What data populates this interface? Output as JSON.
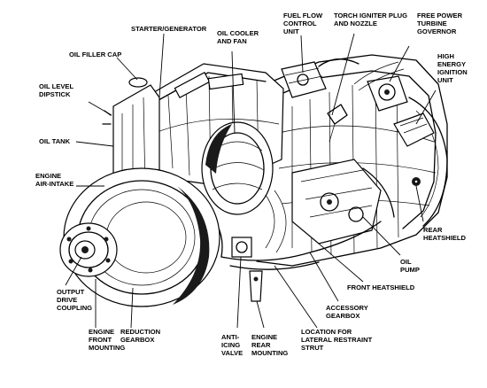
{
  "labels": {
    "starter_generator": "STARTER/GENERATOR",
    "oil_cooler_and_fan": [
      "OIL COOLER",
      "AND FAN"
    ],
    "fuel_flow_control_unit": [
      "FUEL FLOW",
      "CONTROL",
      "UNIT"
    ],
    "torch_igniter_plug_and_nozzle": [
      "TORCH IGNITER PLUG",
      "AND NOZZLE"
    ],
    "free_power_turbine_governor": [
      "FREE POWER",
      "TURBINE",
      "GOVERNOR"
    ],
    "high_energy_ignition_unit": [
      "HIGH",
      "ENERGY",
      "IGNITION",
      "UNIT"
    ],
    "oil_filler_cap": "OIL FILLER CAP",
    "oil_level_dipstick": [
      "OIL LEVEL",
      "DIPSTICK"
    ],
    "oil_tank": "OIL TANK",
    "engine_air_intake": [
      "ENGINE",
      "AIR-INTAKE"
    ],
    "rear_heatshield": [
      "REAR",
      "HEATSHIELD"
    ],
    "oil_pump": [
      "OIL",
      "PUMP"
    ],
    "front_heatshield": "FRONT HEATSHIELD",
    "accessory_gearbox": [
      "ACCESSORY",
      "GEARBOX"
    ],
    "output_drive_coupling": [
      "OUTPUT",
      "DRIVE",
      "COUPLING"
    ],
    "engine_front_mounting": [
      "ENGINE",
      "FRONT",
      "MOUNTING"
    ],
    "reduction_gearbox": [
      "REDUCTION",
      "GEARBOX"
    ],
    "anti_icing_valve": [
      "ANTI-",
      "ICING",
      "VALVE"
    ],
    "engine_rear_mounting": [
      "ENGINE",
      "REAR",
      "MOUNTING"
    ],
    "location_for_lateral_restraint_strut": [
      "LOCATION FOR",
      "LATERAL RESTRAINT",
      "STRUT"
    ]
  }
}
